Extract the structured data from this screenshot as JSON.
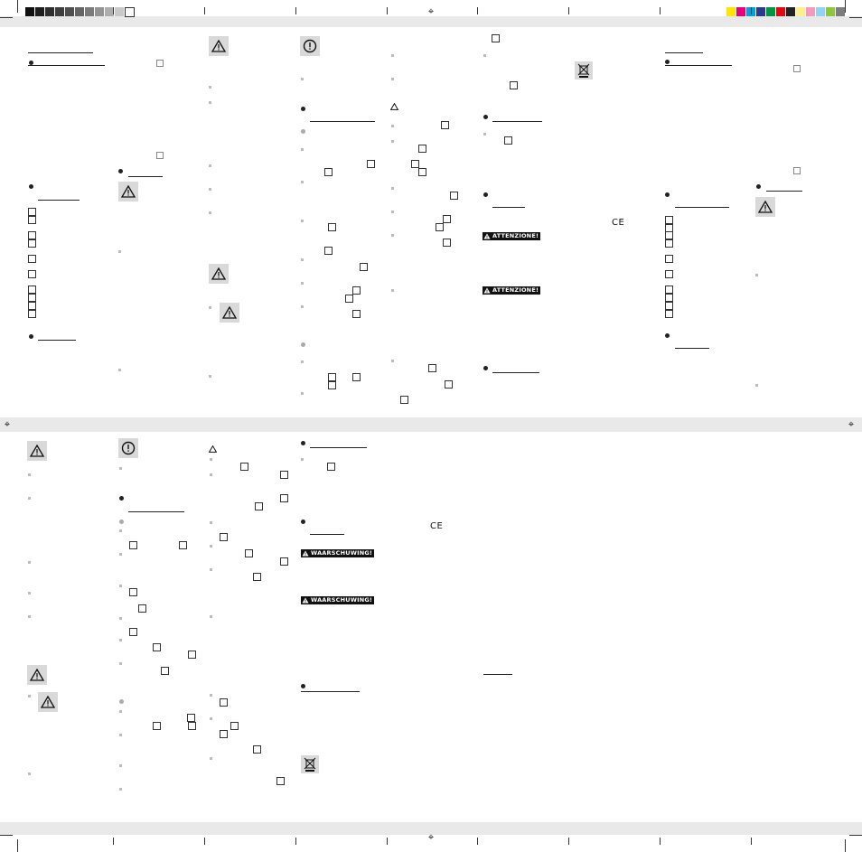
{
  "colors": {
    "band": "#e9e9e9",
    "ink": "#222222",
    "gray_swatches": [
      "#111111",
      "#1e1e1e",
      "#2e2e2e",
      "#3e3e3e",
      "#4f4f4f",
      "#656565",
      "#7b7b7b",
      "#939393",
      "#adadad",
      "#c9c9c9",
      "#ffffff"
    ],
    "color_swatches": [
      "#ffe600",
      "#e6007e",
      "#00a0e3",
      "#2b3990",
      "#009640",
      "#e30613",
      "#222222",
      "#ffef8a",
      "#f49ac1",
      "#8fd3f5",
      "#8dc63f",
      "#7d7d7d"
    ]
  },
  "icons": {
    "warning": "warning-triangle-icon",
    "caution": "exclamation-circle-icon",
    "weee": "crossed-out-bin-icon",
    "registration": "registration-mark-icon"
  },
  "labels": {
    "it_warning_1": "ATTENZIONE!",
    "it_warning_2": "ATTENZIONE!",
    "nl_warning_1": "WAARSCHUWING!",
    "nl_warning_2": "WAARSCHUWING!",
    "ce_top": "CE",
    "ce_bottom": "CE",
    "reg_symbol": "⌖"
  }
}
